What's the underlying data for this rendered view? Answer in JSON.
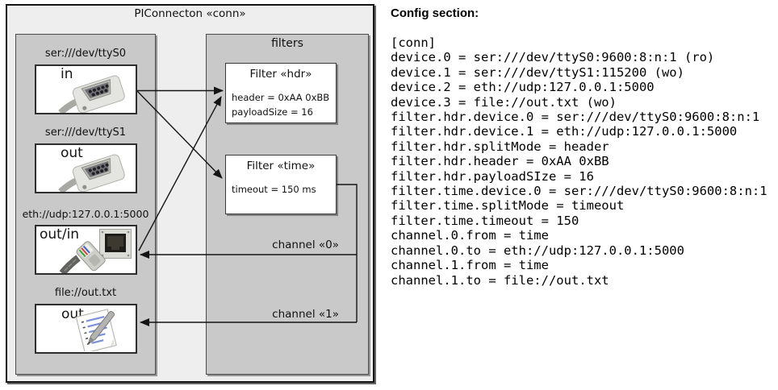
{
  "diagram": {
    "title": "PIConnecton «conn»",
    "filters_title": "filters",
    "devices": [
      {
        "label": "ser:///dev/ttyS0",
        "port": "in"
      },
      {
        "label": "ser:///dev/ttyS1",
        "port": "out"
      },
      {
        "label": "eth://udp:127.0.0.1:5000",
        "port": "out/in"
      },
      {
        "label": "file://out.txt",
        "port": "out"
      }
    ],
    "filters": [
      {
        "title": "Filter «hdr»",
        "attrs": {
          "0": "header = 0xAA 0xBB",
          "1": "payloadSize = 16"
        }
      },
      {
        "title": "Filter «time»",
        "attrs": {
          "0": "timeout = 150 ms"
        }
      }
    ],
    "channels": [
      {
        "label": "channel «0»"
      },
      {
        "label": "channel «1»"
      }
    ]
  },
  "config": {
    "heading": "Config section:",
    "lines": [
      "[conn]",
      "device.0 = ser:///dev/ttyS0:9600:8:n:1 (ro)",
      "device.1 = ser:///dev/ttyS1:115200 (wo)",
      "device.2 = eth://udp:127.0.0.1:5000",
      "device.3 = file://out.txt (wo)",
      "filter.hdr.device.0 = ser:///dev/ttyS0:9600:8:n:1",
      "filter.hdr.device.1 = eth://udp:127.0.0.1:5000",
      "filter.hdr.splitMode = header",
      "filter.hdr.header = 0xAA 0xBB",
      "filter.hdr.payloadSIze = 16",
      "filter.time.device.0 = ser:///dev/ttyS0:9600:8:n:1",
      "filter.time.splitMode = timeout",
      "filter.time.timeout = 150",
      "channel.0.from = time",
      "channel.0.to = eth://udp:127.0.0.1:5000",
      "channel.1.from = time",
      "channel.1.to = file://out.txt"
    ]
  },
  "colors": {
    "compartment_gray": "#c9c9c9",
    "outer_gray": "#eeeeee",
    "box_white": "#ffffff",
    "line_black": "#141414"
  }
}
